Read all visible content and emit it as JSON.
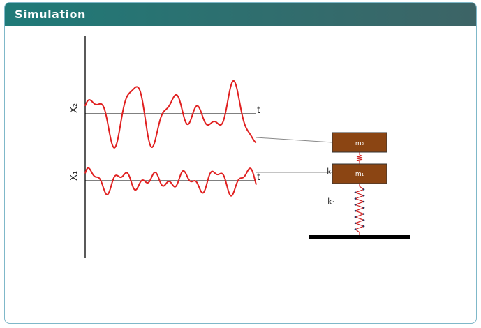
{
  "panel": {
    "title": "Simulation"
  },
  "graph": {
    "x2_label": "X₂",
    "x1_label": "X₁",
    "t2_label": "t",
    "t1_label": "t",
    "wave_color": "#e02020"
  },
  "system": {
    "m2_label": "m₂",
    "m1_label": "m₁",
    "k2_label": "k",
    "k1_label": "k₁",
    "mass_color": "#8b4513",
    "spring_color": "#d02020"
  }
}
